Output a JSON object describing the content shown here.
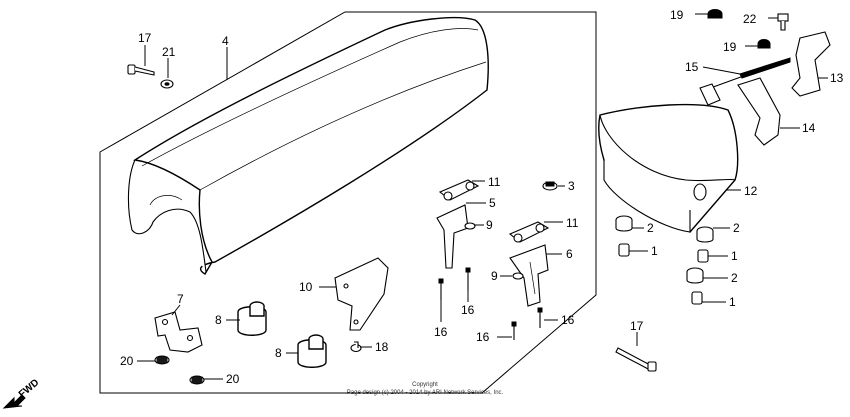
{
  "fwd_label": "FWD",
  "copyright": {
    "line1": "Copyright",
    "line2": "Page design (c) 2004 - 2014 by ARI Network Services, Inc."
  },
  "callouts": [
    {
      "id": "c17a",
      "text": "17"
    },
    {
      "id": "c21",
      "text": "21"
    },
    {
      "id": "c4",
      "text": "4"
    },
    {
      "id": "c19a",
      "text": "19"
    },
    {
      "id": "c22",
      "text": "22"
    },
    {
      "id": "c19b",
      "text": "19"
    },
    {
      "id": "c15",
      "text": "15"
    },
    {
      "id": "c13",
      "text": "13"
    },
    {
      "id": "c14",
      "text": "14"
    },
    {
      "id": "c11a",
      "text": "11"
    },
    {
      "id": "c3",
      "text": "3"
    },
    {
      "id": "c5",
      "text": "5"
    },
    {
      "id": "c9a",
      "text": "9"
    },
    {
      "id": "c11b",
      "text": "11"
    },
    {
      "id": "c12",
      "text": "12"
    },
    {
      "id": "c2a",
      "text": "2"
    },
    {
      "id": "c2b",
      "text": "2"
    },
    {
      "id": "c1a",
      "text": "1"
    },
    {
      "id": "c1b",
      "text": "1"
    },
    {
      "id": "c6",
      "text": "6"
    },
    {
      "id": "c9b",
      "text": "9"
    },
    {
      "id": "c2c",
      "text": "2"
    },
    {
      "id": "c1c",
      "text": "1"
    },
    {
      "id": "c10",
      "text": "10"
    },
    {
      "id": "c7",
      "text": "7"
    },
    {
      "id": "c8a",
      "text": "8"
    },
    {
      "id": "c16a",
      "text": "16"
    },
    {
      "id": "c16b",
      "text": "16"
    },
    {
      "id": "c16c",
      "text": "16"
    },
    {
      "id": "c16d",
      "text": "16"
    },
    {
      "id": "c17b",
      "text": "17"
    },
    {
      "id": "c18",
      "text": "18"
    },
    {
      "id": "c8b",
      "text": "8"
    },
    {
      "id": "c20a",
      "text": "20"
    },
    {
      "id": "c20b",
      "text": "20"
    }
  ]
}
